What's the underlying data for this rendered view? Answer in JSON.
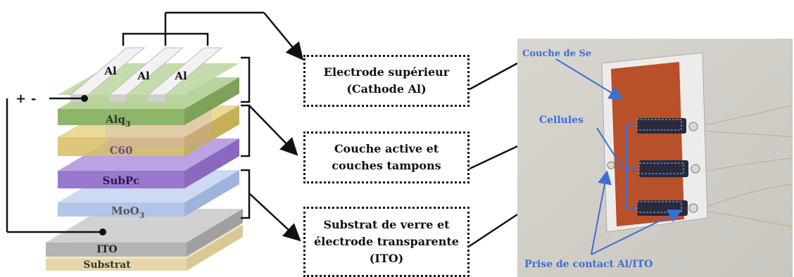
{
  "layers": {
    "al1": "Al",
    "al2": "Al",
    "al3": "Al",
    "alq3": "Alq",
    "alq3_sub": "3",
    "c60": "C60",
    "subpc": "SubPc",
    "moo3": "MoO",
    "moo3_sub": "3",
    "ito": "ITO",
    "substrat": "Substrat"
  },
  "polarity": {
    "plus": "+",
    "minus": "-"
  },
  "boxes": {
    "top": [
      "Electrode supérieur",
      "(Cathode Al)"
    ],
    "middle": [
      "Couche active et",
      "couches tampons"
    ],
    "bottom": [
      "Substrat de verre et",
      "électrode transparente",
      "(ITO)"
    ]
  },
  "photo": {
    "couche_se": "Couche de Se",
    "cellules": "Cellules",
    "prise": "Prise de contact Al/ITO"
  },
  "colors": {
    "al": "#e8e8e8",
    "alq3": "#9fc27a",
    "c60": "#e3cf7a",
    "subpc": "#a88ad1",
    "moo3": "#b6c7e6",
    "ito": "#bdbdbd",
    "substrat": "#ece0b8",
    "annotation": "#3b6fd6",
    "selenium": "#b8502a"
  }
}
